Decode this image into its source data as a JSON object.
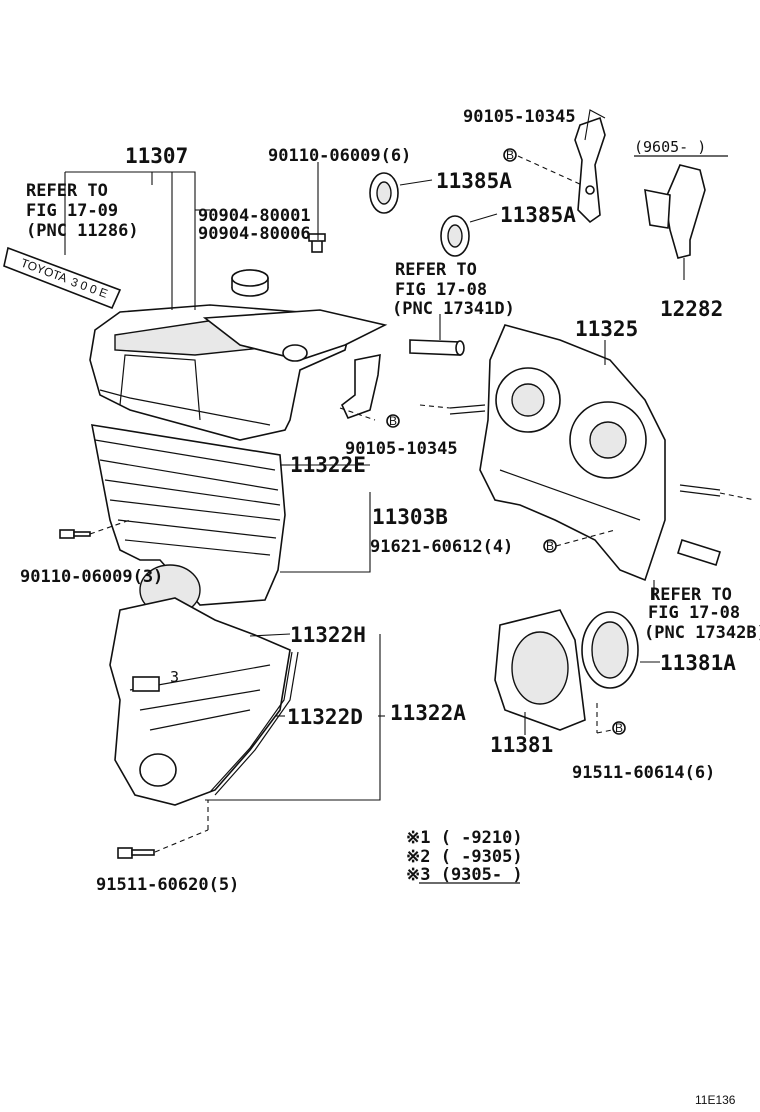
{
  "labels": {
    "p11307": "11307",
    "refer1_l1": "REFER TO",
    "refer1_l2": "FIG 17-09",
    "refer1_l3": "(PNC  11286)",
    "p90904a": "90904-80001",
    "p90904b": "90904-80006",
    "p90110top": "90110-06009(6)",
    "p90105top": "90105-10345",
    "p11385a_1": "11385A",
    "p11385a_2": "11385A",
    "range_9605": "(9605-        )",
    "p12282": "12282",
    "refer2_l1": "REFER TO",
    "refer2_l2": "FIG 17-08",
    "refer2_l3": "(PNC 17341D)",
    "p11325": "11325",
    "p90105mid": "90105-10345",
    "p11322e": "11322E",
    "p11303b": "11303B",
    "p91621": "91621-60612(4)",
    "p90110left": "90110-06009(3)",
    "refer3_l1": "REFER TO",
    "refer3_l2": "FIG 17-08",
    "refer3_l3": "(PNC 17342B)",
    "p11322h": "11322H",
    "p11381a": "11381A",
    "p11322d": "11322D",
    "p11322a": "11322A",
    "p11381": "11381",
    "p91511a": "91511-60614(6)",
    "p91511b": "91511-60620(5)",
    "note1": "※1 (      -9210)",
    "note2": "※2 (      -9305)",
    "note3": "※3 (9305-          )",
    "fig_id": "11E136",
    "badge_text": "3"
  }
}
